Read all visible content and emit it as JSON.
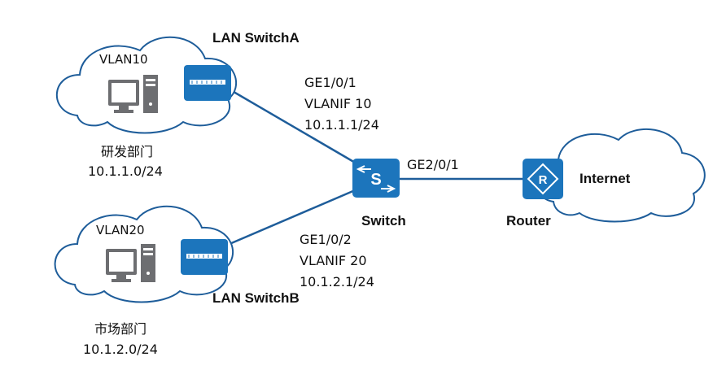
{
  "colors": {
    "link": "#1e5d9a",
    "device_blue": "#1c75bc",
    "cloud_stroke": "#1e5d9a",
    "pc_gray": "#6d6e71"
  },
  "vlan10": {
    "label": "VLAN10",
    "dept": "研发部门",
    "subnet": "10.1.1.0/24"
  },
  "vlan20": {
    "label": "VLAN20",
    "dept": "市场部门",
    "subnet": "10.1.2.0/24"
  },
  "switch_a": {
    "label": "LAN SwitchA"
  },
  "switch_b": {
    "label": "LAN SwitchB"
  },
  "core_switch": {
    "label": "Switch",
    "icon_letter": "S"
  },
  "router": {
    "label": "Router",
    "icon_letter": "R"
  },
  "internet": {
    "label": "Internet"
  },
  "link_a": {
    "port": "GE1/0/1",
    "vlanif": "VLANIF 10",
    "ip": "10.1.1.1/24"
  },
  "link_b": {
    "port": "GE1/0/2",
    "vlanif": "VLANIF 20",
    "ip": "10.1.2.1/24"
  },
  "link_router": {
    "port": "GE2/0/1"
  }
}
